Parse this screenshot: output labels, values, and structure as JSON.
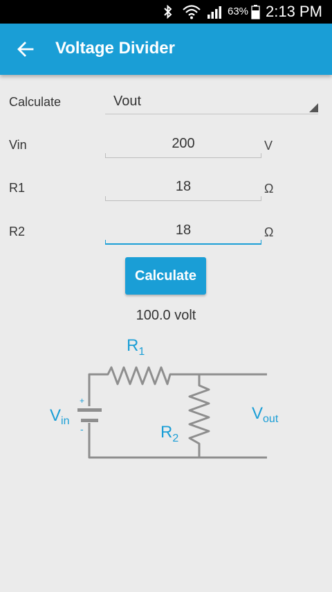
{
  "status_bar": {
    "battery_percent": "63%",
    "time": "2:13 PM",
    "icons": [
      "bluetooth-icon",
      "wifi-icon",
      "signal-icon",
      "battery-icon"
    ]
  },
  "app_bar": {
    "back_icon": "arrow-left-icon",
    "title": "Voltage Divider",
    "color": "#1a9ed6"
  },
  "form": {
    "calculate": {
      "label": "Calculate",
      "selected": "Vout"
    },
    "vin": {
      "label": "Vin",
      "value": "200",
      "unit": "V"
    },
    "r1": {
      "label": "R1",
      "value": "18",
      "unit": "Ω"
    },
    "r2": {
      "label": "R2",
      "value": "18",
      "unit": "Ω"
    },
    "button_label": "Calculate",
    "result": "100.0 volt"
  },
  "diagram": {
    "r1_label": "R",
    "r1_sub": "1",
    "r2_label": "R",
    "r2_sub": "2",
    "vin_label": "V",
    "vin_sub": "in",
    "vout_label": "V",
    "vout_sub": "out",
    "plus": "+",
    "minus": "-",
    "wire_color": "#8e8e8e",
    "label_color": "#1a9ed6"
  }
}
